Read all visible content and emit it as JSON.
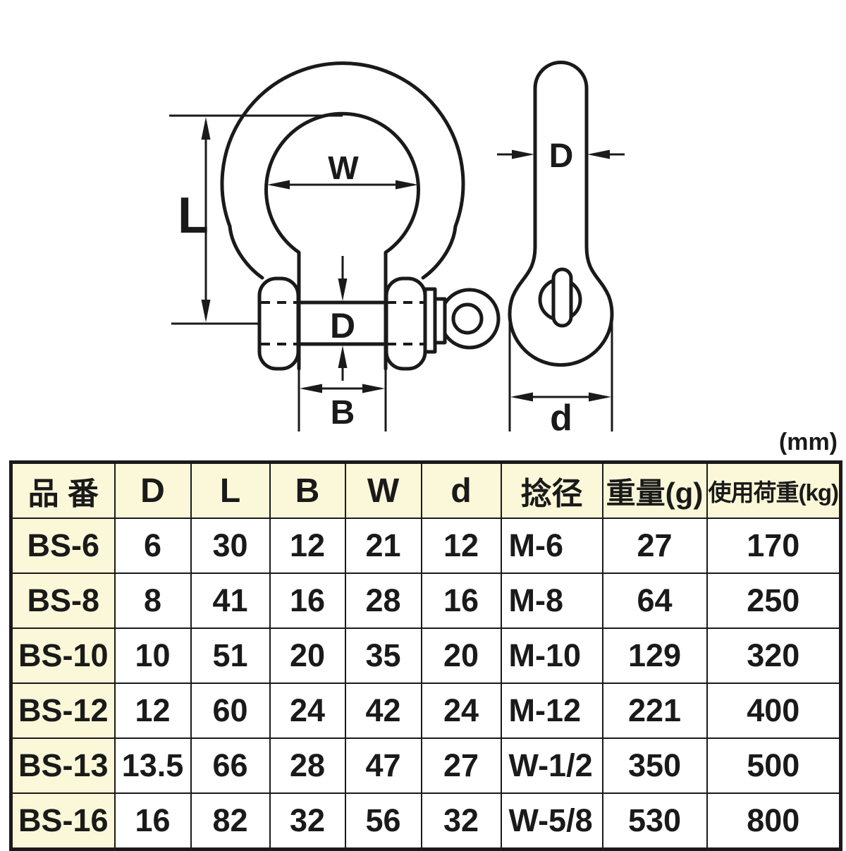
{
  "unit_label": "(mm)",
  "front_view": {
    "labels": {
      "W": "W",
      "L": "L",
      "D": "D",
      "B": "B"
    }
  },
  "side_view": {
    "labels": {
      "D": "D",
      "d": "d"
    }
  },
  "table": {
    "headers": [
      "品 番",
      "D",
      "L",
      "B",
      "W",
      "d",
      "捻径",
      "重量(g)",
      "使用荷重(kg)"
    ],
    "rows": [
      [
        "BS-6",
        "6",
        "30",
        "12",
        "21",
        "12",
        "M-6",
        "27",
        "170"
      ],
      [
        "BS-8",
        "8",
        "41",
        "16",
        "28",
        "16",
        "M-8",
        "64",
        "250"
      ],
      [
        "BS-10",
        "10",
        "51",
        "20",
        "35",
        "20",
        "M-10",
        "129",
        "320"
      ],
      [
        "BS-12",
        "12",
        "60",
        "24",
        "42",
        "24",
        "M-12",
        "221",
        "400"
      ],
      [
        "BS-13",
        "13.5",
        "66",
        "28",
        "47",
        "27",
        "W-1/2",
        "350",
        "500"
      ],
      [
        "BS-16",
        "16",
        "82",
        "32",
        "56",
        "32",
        "W-5/8",
        "530",
        "800"
      ]
    ]
  },
  "colors": {
    "header_bg": "#faf8d8",
    "line": "#1a1a1a",
    "background": "#ffffff"
  }
}
